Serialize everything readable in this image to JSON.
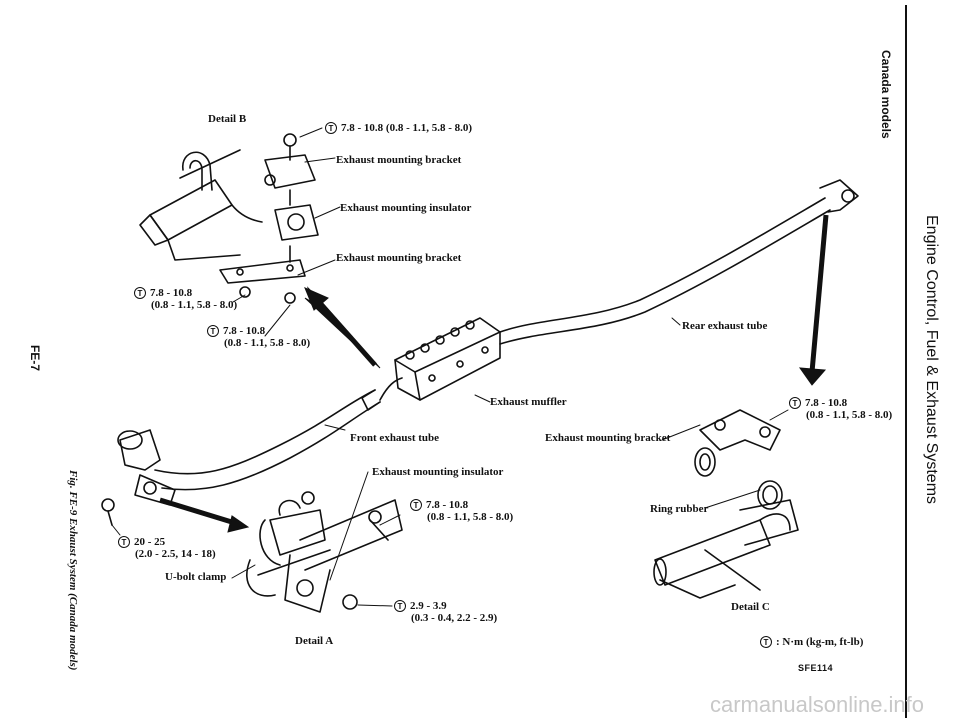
{
  "labels": {
    "detail_b": "Detail B",
    "detail_a": "Detail A",
    "detail_c": "Detail C",
    "tq_b_top": "7.8 - 10.8 (0.8 - 1.1, 5.8 - 8.0)",
    "bracket_b_top": "Exhaust mounting bracket",
    "insulator_b": "Exhaust mounting insulator",
    "bracket_b_bottom": "Exhaust mounting bracket",
    "tq_b_left_1": "7.8 - 10.8",
    "tq_b_left_2": "(0.8 - 1.1, 5.8 - 8.0)",
    "tq_b_mid_1": "7.8 - 10.8",
    "tq_b_mid_2": "(0.8 - 1.1, 5.8 - 8.0)",
    "rear_tube": "Rear exhaust tube",
    "muffler": "Exhaust muffler",
    "front_tube": "Front exhaust tube",
    "bracket_c": "Exhaust mounting bracket",
    "tq_c_1": "7.8 - 10.8",
    "tq_c_2": "(0.8 - 1.1, 5.8 - 8.0)",
    "ring_rubber": "Ring rubber",
    "insulator_a": "Exhaust mounting insulator",
    "tq_a_right_1": "7.8 - 10.8",
    "tq_a_right_2": "(0.8 - 1.1, 5.8 - 8.0)",
    "tq_a_left_1": "20 - 25",
    "tq_a_left_2": "(2.0 - 2.5, 14 - 18)",
    "ubolt": "U-bolt clamp",
    "tq_a_bottom_1": "2.9 - 3.9",
    "tq_a_bottom_2": "(0.3 - 0.4, 2.2 - 2.9)",
    "unit_legend": ": N·m (kg-m, ft-lb)",
    "figure_code": "SFE114",
    "torque_symbol": "T"
  },
  "sidebar": {
    "canada": "Canada models",
    "section_title": "Engine Control, Fuel & Exhaust Systems",
    "caption": "Fig. FE-9 Exhaust System (Canada models)",
    "page": "FE-7"
  },
  "watermark": "carmanualsonline.info"
}
